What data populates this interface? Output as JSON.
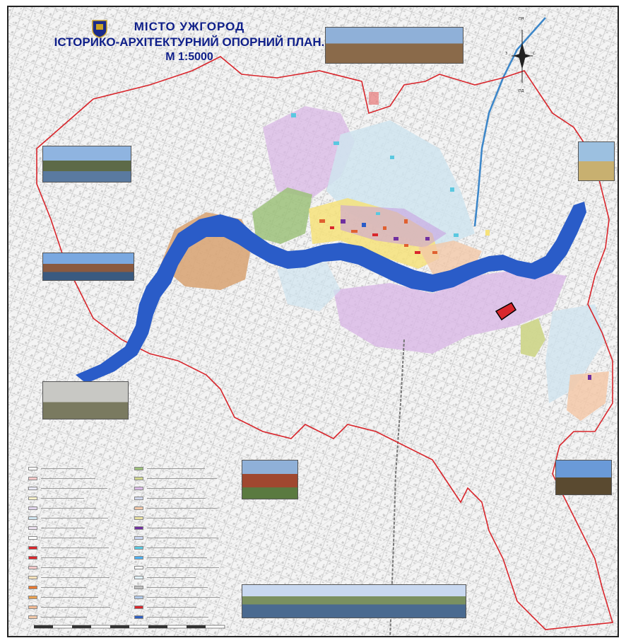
{
  "map": {
    "title_line1": "МІСТО УЖГОРОД",
    "title_line2": "ІСТОРИКО-АРХІТЕКТУРНИЙ ОПОРНИЙ ПЛАН.",
    "title_line3": "М 1:5000",
    "compass": {
      "north": "ПН",
      "south": "ПД",
      "west": "З",
      "east": "С"
    }
  },
  "colors": {
    "river": "#2a5cc8",
    "boundary": "#d9262c",
    "stream": "#3b86c9",
    "zone_purple": "#d9b8e6",
    "zone_lightblue": "#cfe4ef",
    "zone_green": "#9cc17a",
    "zone_tan": "#d9a678",
    "zone_yellow": "#f6e27a",
    "zone_olive": "#cfd68c",
    "zone_peach": "#f3c8a8",
    "title": "#10208a"
  },
  "legend_colors": [
    "#ffffff",
    "#f3c8c8",
    "#e8e8f4",
    "#f7f0c8",
    "#e0d4ec",
    "#cfe4ef",
    "#ece0f0",
    "#ffffff",
    "#d9262c",
    "#d9262c",
    "#f3c8c8",
    "#f7e0b8",
    "#e87830",
    "#e8a050",
    "#f0b890",
    "#f0c8a8",
    "#9cc17a",
    "#cfd68c",
    "#d9b8e6",
    "#cfd6ec",
    "#f3c8a8",
    "#e8e0a0",
    "#7030a0",
    "#c8d4f0",
    "#5ac8e0",
    "#4fb0f0",
    "#f8f8f8",
    "#e0f0f8",
    "#c0c0c0",
    "#b0c8e8",
    "#d9262c",
    "#3060c0"
  ]
}
